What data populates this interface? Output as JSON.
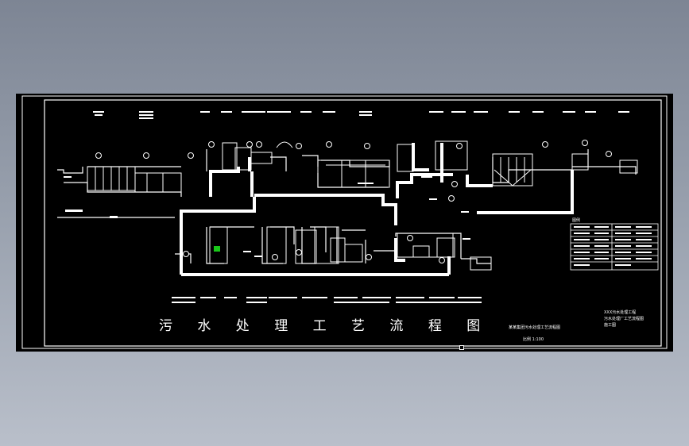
{
  "drawing": {
    "title": "污 水 处 理 工 艺 流 程 图",
    "title_block": {
      "line1": "XXX污水处理工程",
      "line2": "污水处理厂工艺流程图",
      "line3": "施工图"
    },
    "legend_title": "图例",
    "project_label": "某某集团污水处理工艺流程图",
    "scale_label": "比例 1:100"
  },
  "colors": {
    "background_top": "#7d8594",
    "background_bottom": "#b9bfca",
    "canvas": "#000000",
    "line": "#ffffff",
    "highlight": "#19c819"
  }
}
